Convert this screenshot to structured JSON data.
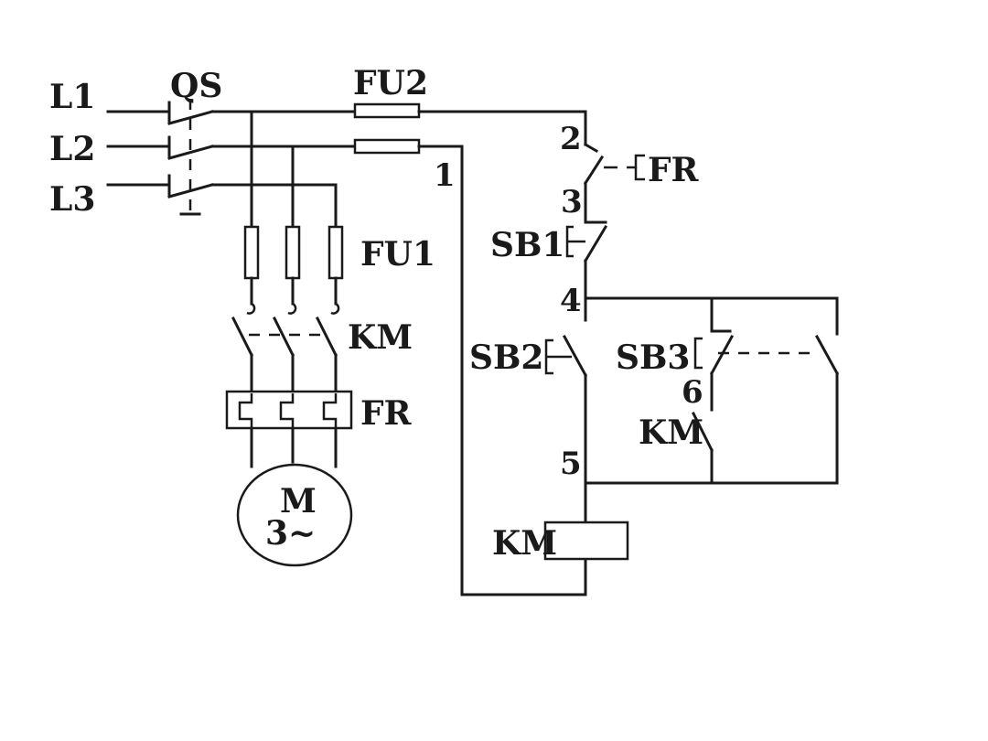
{
  "labels": {
    "L1": "L1",
    "L2": "L2",
    "L3": "L3",
    "QS": "QS",
    "FU2": "FU2",
    "FU1": "FU1",
    "KM_main": "KM",
    "FR_main": "FR",
    "motor_M": "M",
    "motor_phase": "3~",
    "FR_ctrl": "FR",
    "SB1": "SB1",
    "SB2": "SB2",
    "SB3": "SB3",
    "KM_aux": "KM",
    "KM_coil": "KM"
  },
  "nodes": {
    "n1": "1",
    "n2": "2",
    "n3": "3",
    "n4": "4",
    "n5": "5",
    "n6": "6"
  }
}
